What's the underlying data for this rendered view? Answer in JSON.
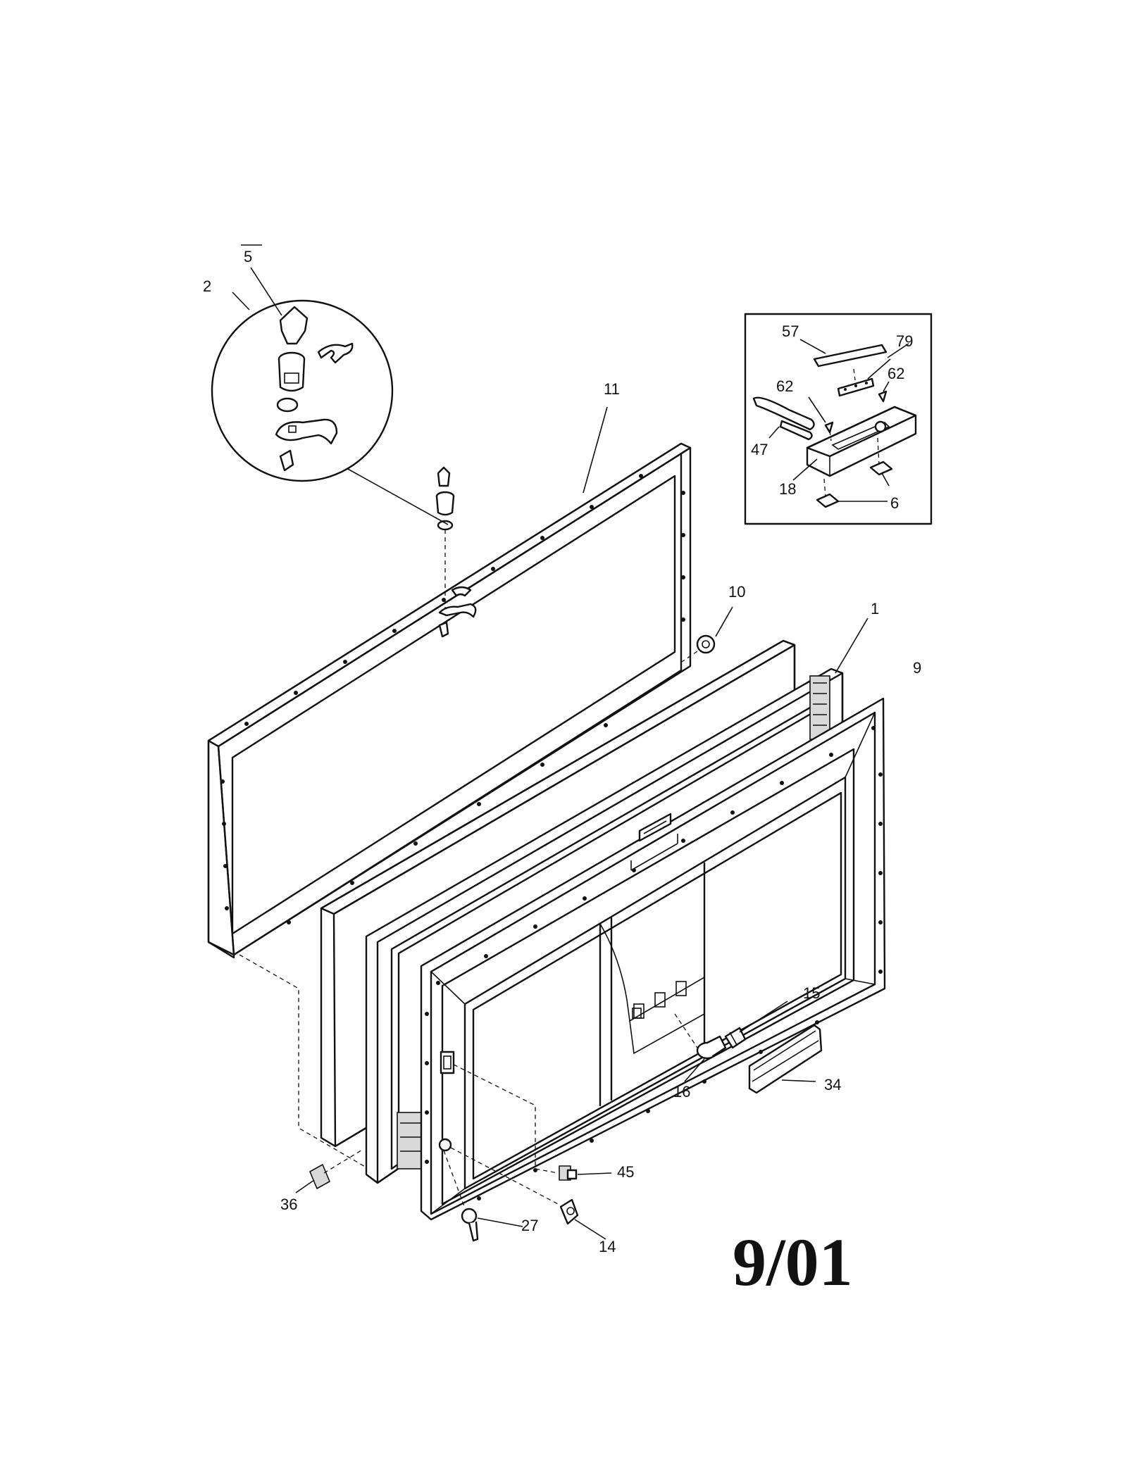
{
  "diagram": {
    "date_stamp": "9/01",
    "labels": {
      "p1": "1",
      "p2": "2",
      "p5": "5",
      "p6": "6",
      "p9": "9",
      "p10": "10",
      "p11": "11",
      "p14": "14",
      "p15": "15",
      "p16": "16",
      "p18": "18",
      "p27": "27",
      "p34": "34",
      "p36": "36",
      "p45": "45",
      "p47": "47",
      "p57": "57",
      "p62a": "62",
      "p62b": "62",
      "p79": "79"
    }
  }
}
